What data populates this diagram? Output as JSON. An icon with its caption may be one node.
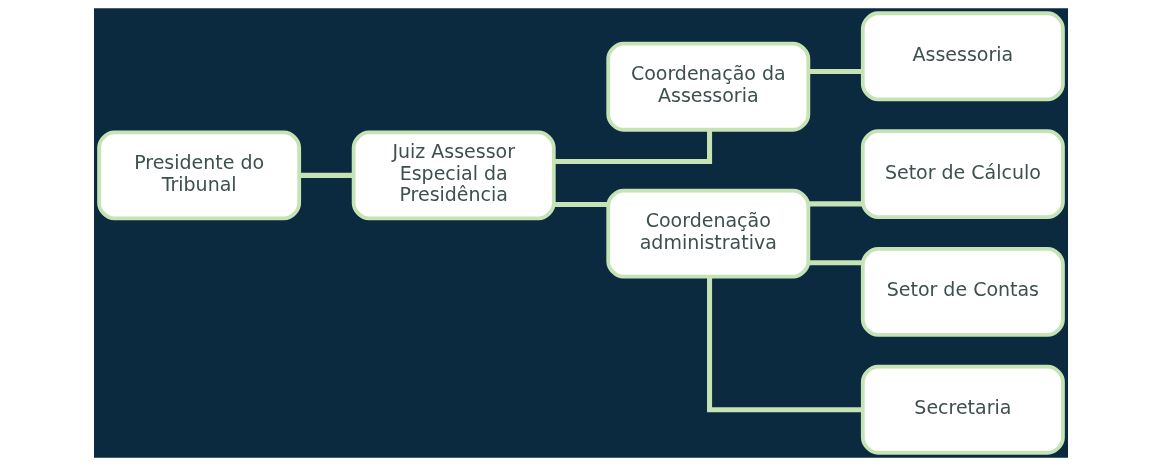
{
  "diagram": {
    "nodes": [
      {
        "text": [
          "Presidente do Tribunal"
        ]
      },
      {
        "text": [
          "Juiz Assessor Especial da Presidência"
        ]
      },
      {
        "text": [
          "Coordenação da Assessoria"
        ]
      },
      {
        "text": [
          "Assessoria"
        ]
      },
      {
        "text": [
          "Coordenação administrativa"
        ]
      },
      {
        "text": [
          "Setor de Cálculo"
        ]
      },
      {
        "text": [
          "Setor de Contas"
        ]
      },
      {
        "text": [
          "Secretaria"
        ]
      }
    ],
    "edges": [
      {
        "from": 0,
        "to": 1,
        "arrow": "none"
      },
      {
        "from": 1,
        "to": 2,
        "arrow": "none"
      },
      {
        "from": 1,
        "to": 4,
        "arrow": "none"
      },
      {
        "from": 2,
        "to": 3,
        "arrow": "none"
      },
      {
        "from": 4,
        "to": 5,
        "arrow": "none"
      },
      {
        "from": 4,
        "to": 6,
        "arrow": "none"
      },
      {
        "from": 4,
        "to": 7,
        "arrow": "none"
      }
    ]
  }
}
